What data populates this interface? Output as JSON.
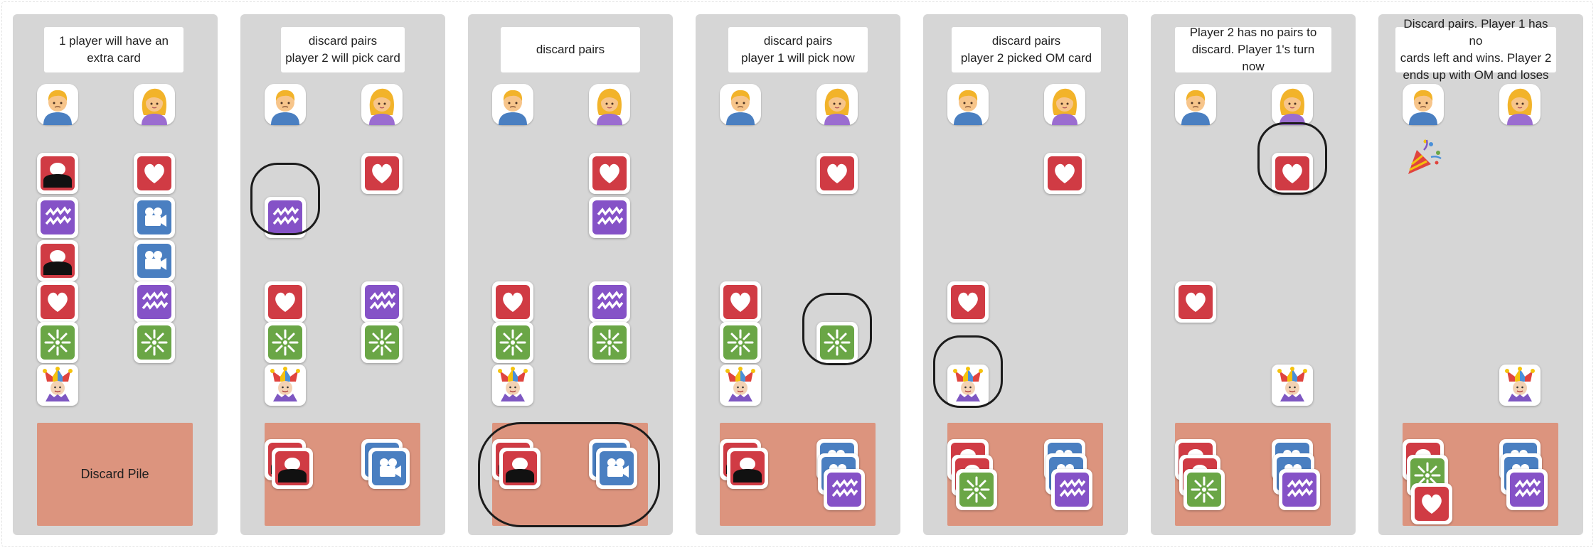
{
  "colors": {
    "panel": "#d6d6d6",
    "discard_pile": "#dc947e",
    "red_card": "#d03b44",
    "purple_card": "#8552c7",
    "blue_card": "#4a7fc1",
    "green_card": "#6aa646",
    "ring": "#1c1c1c"
  },
  "panels": [
    {
      "note": "1 player will have an\nextra card",
      "pile_label": "Discard Pile"
    },
    {
      "note": "discard pairs\nplayer 2 will pick card",
      "pile_label": ""
    },
    {
      "note": "discard pairs",
      "pile_label": ""
    },
    {
      "note": "discard pairs\nplayer 1 will pick now",
      "pile_label": ""
    },
    {
      "note": "discard pairs\nplayer 2 picked OM card",
      "pile_label": ""
    },
    {
      "note": "Player 2 has no pairs to\ndiscard. Player 1's turn now",
      "pile_label": ""
    },
    {
      "note": "Discard pairs. Player 1 has no\ncards left and wins. Player 2\nends up with OM and loses",
      "pile_label": ""
    }
  ],
  "card_types": {
    "red-circle": "red card with white circle",
    "heart": "red card with white heart",
    "zigzag": "purple card with zigzag lines",
    "camera": "blue card with movie camera",
    "burst": "green card with eight-spoked star",
    "joker": "old maid joker card"
  },
  "player_icons": {
    "player1": "man-icon",
    "player2": "woman-icon",
    "party": "party-popper-icon"
  }
}
